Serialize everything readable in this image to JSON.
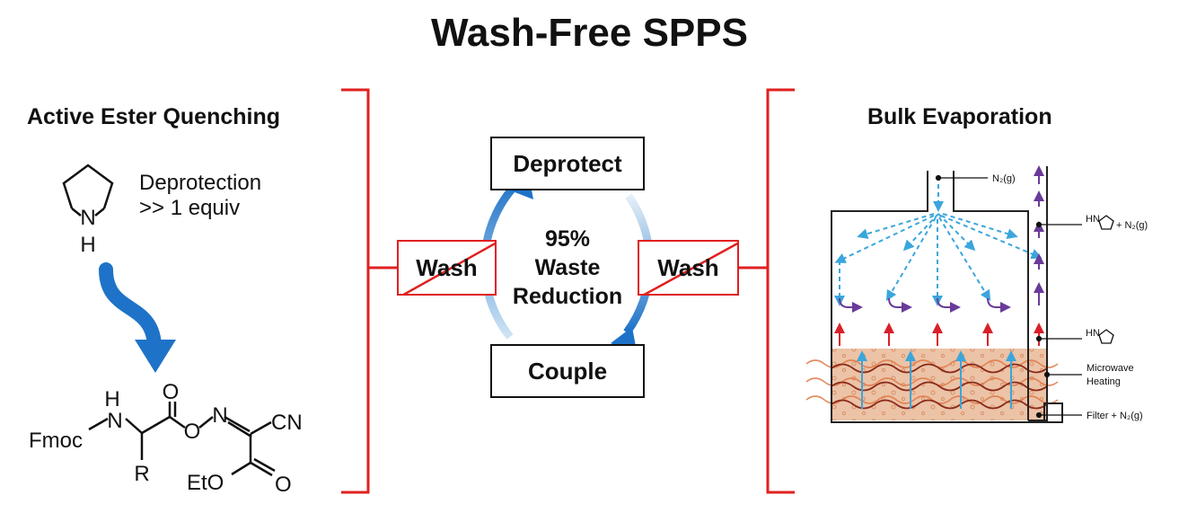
{
  "title": "Wash-Free SPPS",
  "left": {
    "heading": "Active Ester Quenching",
    "reagent_line1": "Deprotection",
    "reagent_line2": ">> 1 equiv",
    "pyrrolidine_n": "N",
    "pyrrolidine_h": "H",
    "product_labels": {
      "fmoc": "Fmoc",
      "nh_h": "H",
      "nh_n": "N",
      "r": "R",
      "o_carbonyl": "O",
      "o_ester": "O",
      "n_oxime": "N",
      "cn": "CN",
      "eto": "EtO",
      "o_ester2": "O"
    }
  },
  "center": {
    "deprotect_label": "Deprotect",
    "couple_label": "Couple",
    "wash_left_label": "Wash",
    "wash_right_label": "Wash",
    "reduction_line1": "95%",
    "reduction_line2": "Waste",
    "reduction_line3": "Reduction"
  },
  "right": {
    "heading": "Bulk Evaporation",
    "label_n2": "N₂(g)",
    "label_pyrrolidine_n2": "+ N₂(g)",
    "label_hn": "HN",
    "label_hn2": "HN",
    "label_microwave_line1": "Microwave",
    "label_microwave_line2": "Heating",
    "label_filter": "Filter + N₂(g)"
  },
  "colors": {
    "bracket_red": "#e02020",
    "arrow_blue": "#1e73c8",
    "light_blue": "#3aa6dc",
    "purple": "#6a3a9a",
    "red_arrow": "#d8202a",
    "resin": "#e8b89a"
  },
  "icons": [
    "curved-down-arrow-icon",
    "cycle-arrow-icon",
    "crossed-out-icon"
  ]
}
